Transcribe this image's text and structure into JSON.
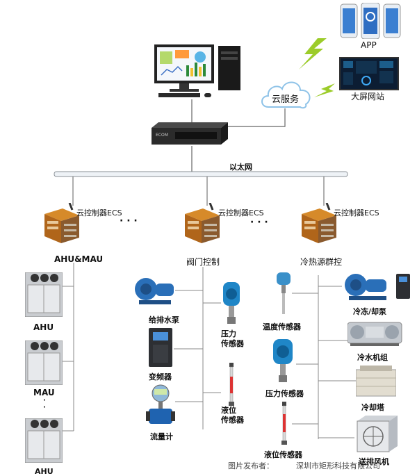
{
  "top": {
    "app_label": "APP",
    "bigscreen_label": "大屏网站",
    "cloud_label": "云服务"
  },
  "network": {
    "ethernet_label": "以太网"
  },
  "controllers": [
    {
      "name": "云控制器ECS",
      "group": "AHU&MAU"
    },
    {
      "name": "云控制器ECS",
      "group": "阀门控制"
    },
    {
      "name": "云控制器ECS",
      "group": "冷热源群控"
    }
  ],
  "ellipsis": "· · ·",
  "ahu_column": {
    "units": [
      "AHU",
      "MAU",
      "AHU"
    ]
  },
  "valve_column": {
    "left": [
      "给排水泵",
      "变频器",
      "流量计"
    ],
    "right": [
      "压力\n传感器",
      "液位\n传感器"
    ]
  },
  "source_column": {
    "left": [
      "温度传感器",
      "压力传感器",
      "液位传感器"
    ],
    "right": [
      "冷冻/却泵",
      "冷水机组",
      "冷却塔",
      "送排风机"
    ]
  },
  "footer": {
    "credit_prefix": "图片发布者：",
    "credit_company": "深圳市矩形科技有限公司"
  },
  "colors": {
    "pump_blue": "#2a6fb8",
    "sensor_blue": "#1f86c7",
    "controller_orange": "#c9781f",
    "lightning_green": "#9ccc2a",
    "cloud_blue": "#8fc3e8"
  }
}
